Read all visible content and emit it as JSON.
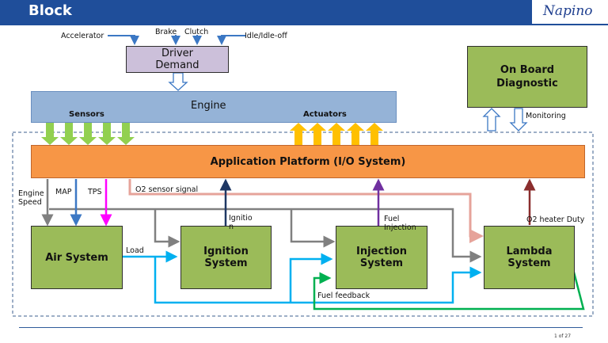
{
  "header": {
    "title": "Block",
    "logo": "Napino",
    "band_color": "#1f4e9a"
  },
  "blocks": {
    "driver_demand": "Driver Demand",
    "engine": "Engine",
    "sensors": "Sensors",
    "actuators": "Actuators",
    "obd": "On Board Diagnostic",
    "app_platform": "Application Platform (I/O System)",
    "air_system": "Air System",
    "ignition_system": "Ignition System",
    "injection_system": "Injection System",
    "lambda_system": "Lambda System"
  },
  "signals": {
    "accelerator": "Accelerator",
    "brake": "Brake",
    "clutch": "Clutch",
    "idle": "Idle/Idle-off",
    "monitoring": "Monitoring",
    "engine_speed": "Engine Speed",
    "map": "MAP",
    "tps": "TPS",
    "o2_sensor": "O2 sensor signal",
    "ignition": "Ignition",
    "fuel_injection": "Fuel Injection",
    "o2_heater": "O2 heater Duty",
    "load": "Load",
    "fuel_feedback": "Fuel feedback"
  },
  "colors": {
    "engine_fill": "#95b3d7",
    "platform_fill": "#f79646",
    "system_fill": "#9bbb59",
    "driver_fill": "#ccc0da",
    "sensor_arrow": "#92d050",
    "actuator_arrow": "#ffc000"
  },
  "footer": {
    "page": "1 of 27"
  }
}
